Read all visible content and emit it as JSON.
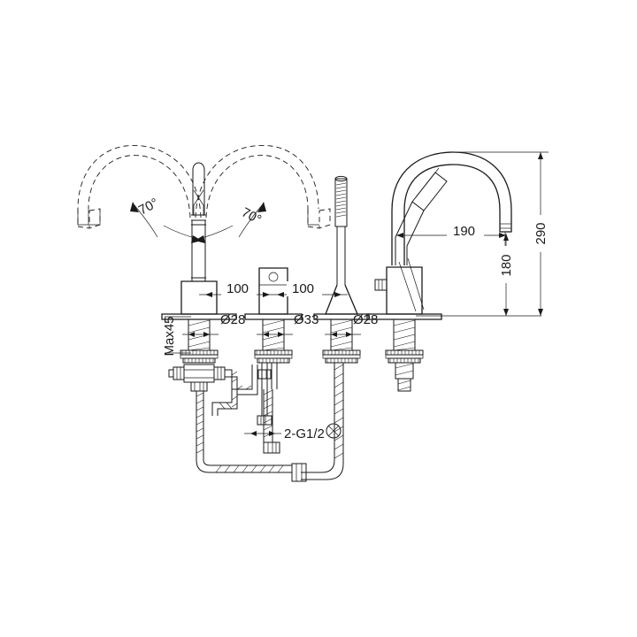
{
  "drawing": {
    "type": "technical-line-drawing",
    "subject": "deck-mounted bath/basin mixer tap set with handheld shower",
    "background_color": "#ffffff",
    "line_color": "#1a1a1a",
    "views": {
      "front": "front elevation showing three deck holes: mixer handle, diverter, handheld shower",
      "side": "right side elevation showing curved gooseneck spout and handheld shower"
    }
  },
  "dimensions": {
    "spacing_left": "100",
    "spacing_right": "100",
    "hole_dia_left": "Ø28",
    "hole_dia_center": "Ø33",
    "hole_dia_right": "Ø28",
    "deck_thickness": "Max45",
    "thread_callout": "2-G1/2",
    "reach": "190",
    "spout_height": "180",
    "total_height": "290"
  },
  "angles": {
    "left_swing": "70°",
    "right_swing": "70°"
  }
}
